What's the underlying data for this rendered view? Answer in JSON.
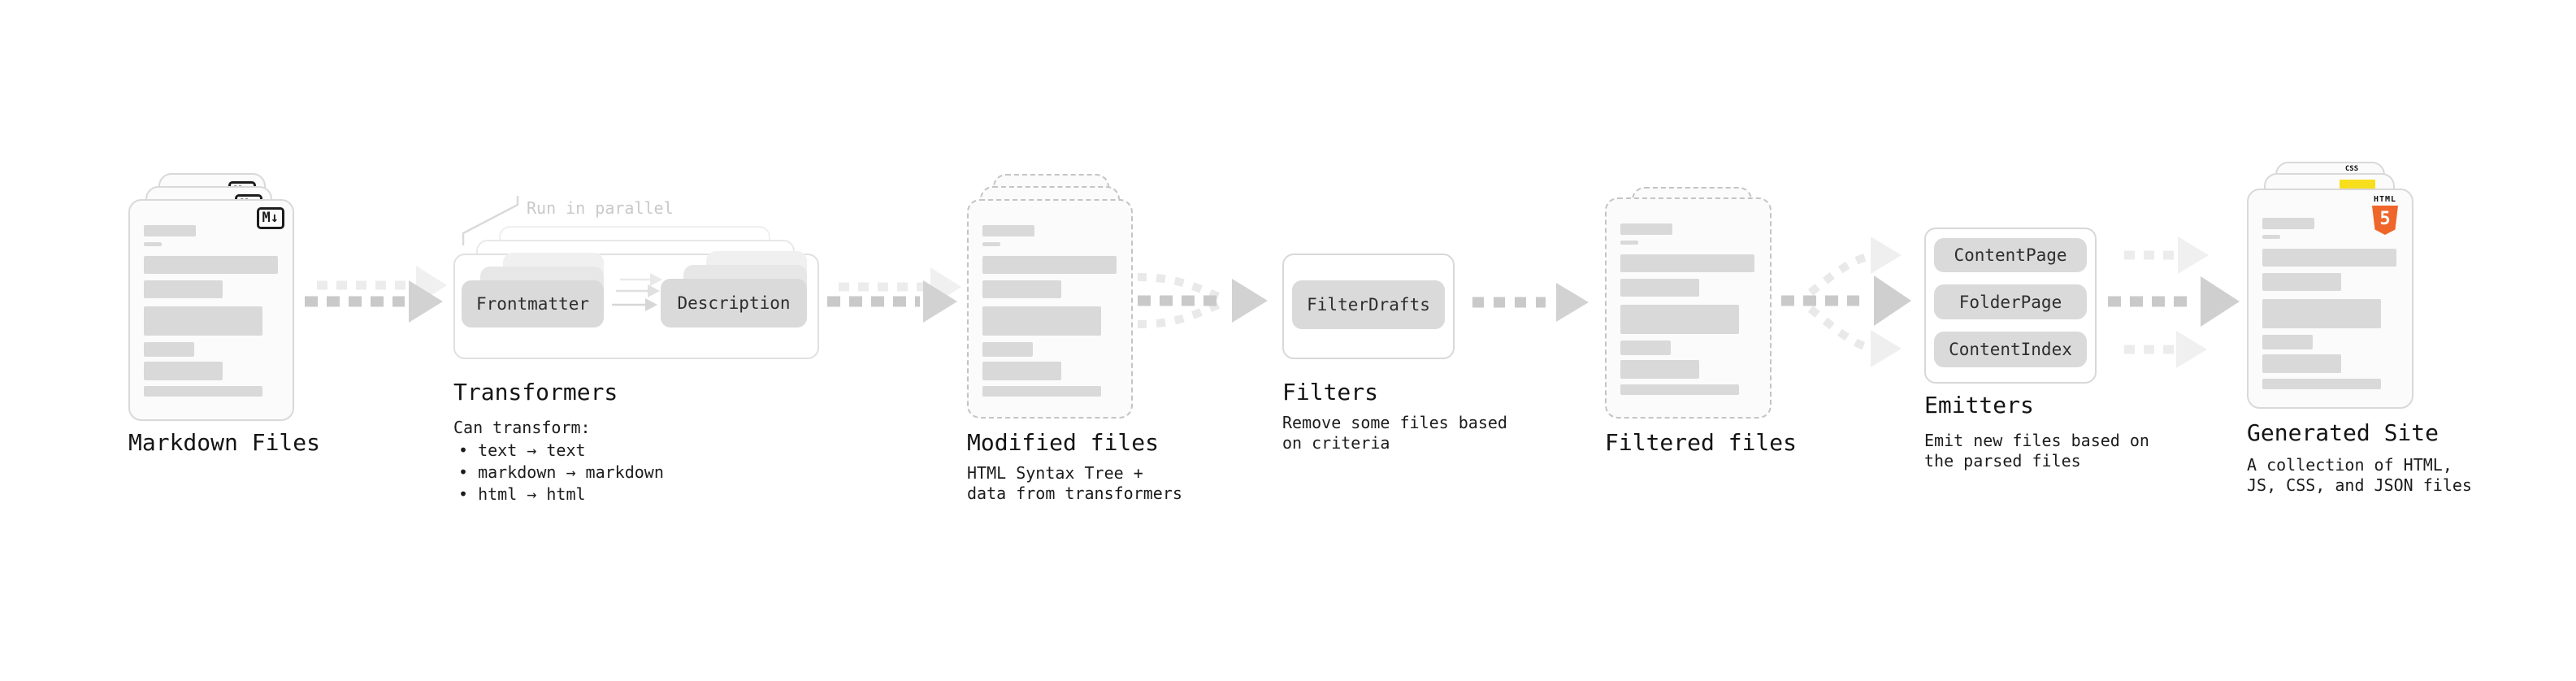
{
  "diagram": {
    "markdown_files": {
      "label": "Markdown Files",
      "badge": "M↓"
    },
    "transformers": {
      "heading": "Transformers",
      "annotation": "Run in parallel",
      "box_frontmatter": "Frontmatter",
      "box_description": "Description",
      "desc_title": "Can transform:",
      "bullets": [
        "• text → text",
        "• markdown → markdown",
        "• html → html"
      ]
    },
    "modified_files": {
      "label": "Modified files",
      "desc_line1": "HTML Syntax Tree +",
      "desc_line2": "data from transformers"
    },
    "filters": {
      "heading": "Filters",
      "box_filterdrafts": "FilterDrafts",
      "desc_line1": "Remove some files based",
      "desc_line2": "on criteria"
    },
    "filtered_files": {
      "label": "Filtered files"
    },
    "emitters": {
      "heading": "Emitters",
      "box_contentpage": "ContentPage",
      "box_folderpage": "FolderPage",
      "box_contentindex": "ContentIndex",
      "desc_line1": "Emit new files based on",
      "desc_line2": "the parsed files"
    },
    "generated_site": {
      "label": "Generated Site",
      "desc_line1": "A collection of HTML,",
      "desc_line2": "JS, CSS, and JSON files",
      "badge_html_text": "HTML",
      "badge_html_number": "5",
      "badge_css_text": "CSS"
    }
  },
  "colors": {
    "html_orange": "#ef652a",
    "js_yellow": "#f7df1e",
    "css_blue": "#2d6ce0"
  }
}
